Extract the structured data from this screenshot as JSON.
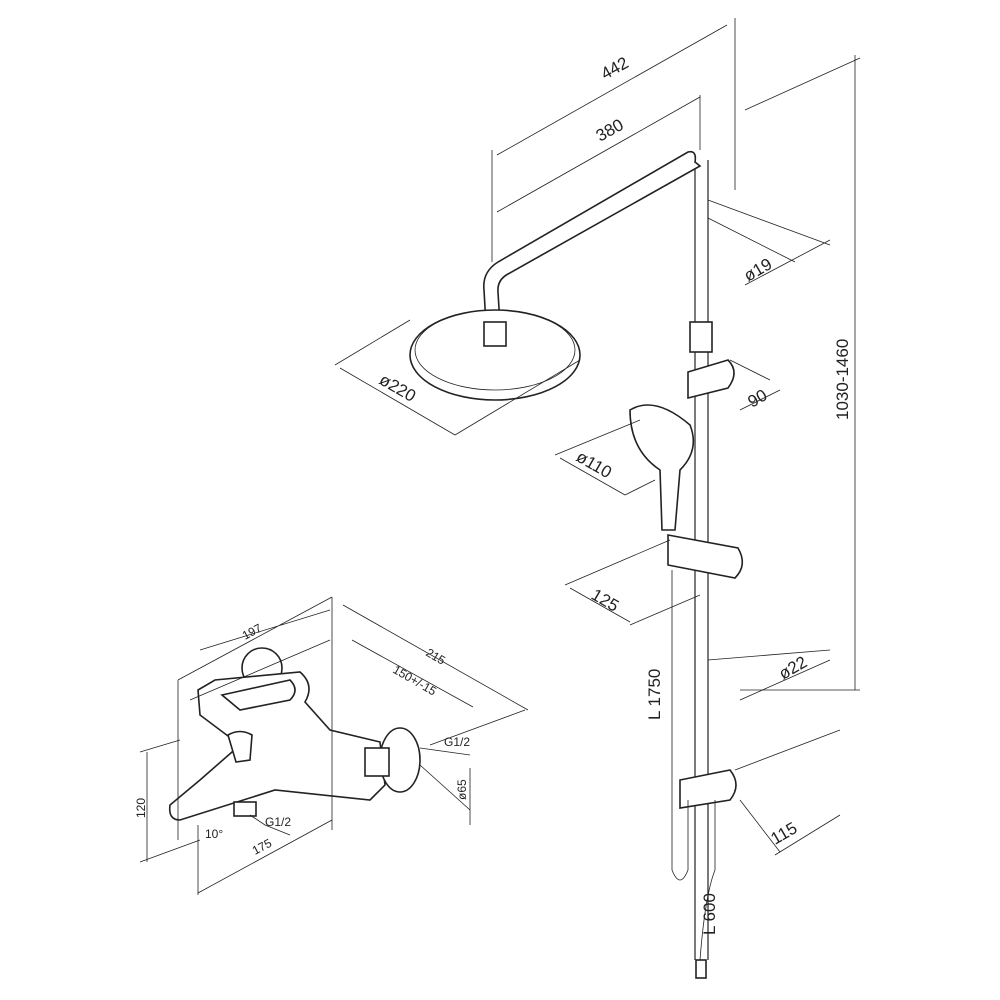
{
  "shower_system": {
    "overall_width": "442",
    "arm_length": "380",
    "pipe_diameter_top": "ø19",
    "height_range": "1030-1460",
    "head_diameter": "ø220",
    "slider_offset": "90",
    "hand_shower_diameter": "ø110",
    "holder_offset": "125",
    "rail_diameter": "ø22",
    "hose_length": "L 1750",
    "lower_slider_offset": "115",
    "lower_length": "L 600"
  },
  "mixer": {
    "length": "197",
    "depth": "215",
    "center_distance": "150+/-15",
    "inlet_thread": "G1/2",
    "flange_diameter": "ø65",
    "height": "120",
    "angle": "10°",
    "outlet_thread": "G1/2",
    "spout_length": "175"
  }
}
